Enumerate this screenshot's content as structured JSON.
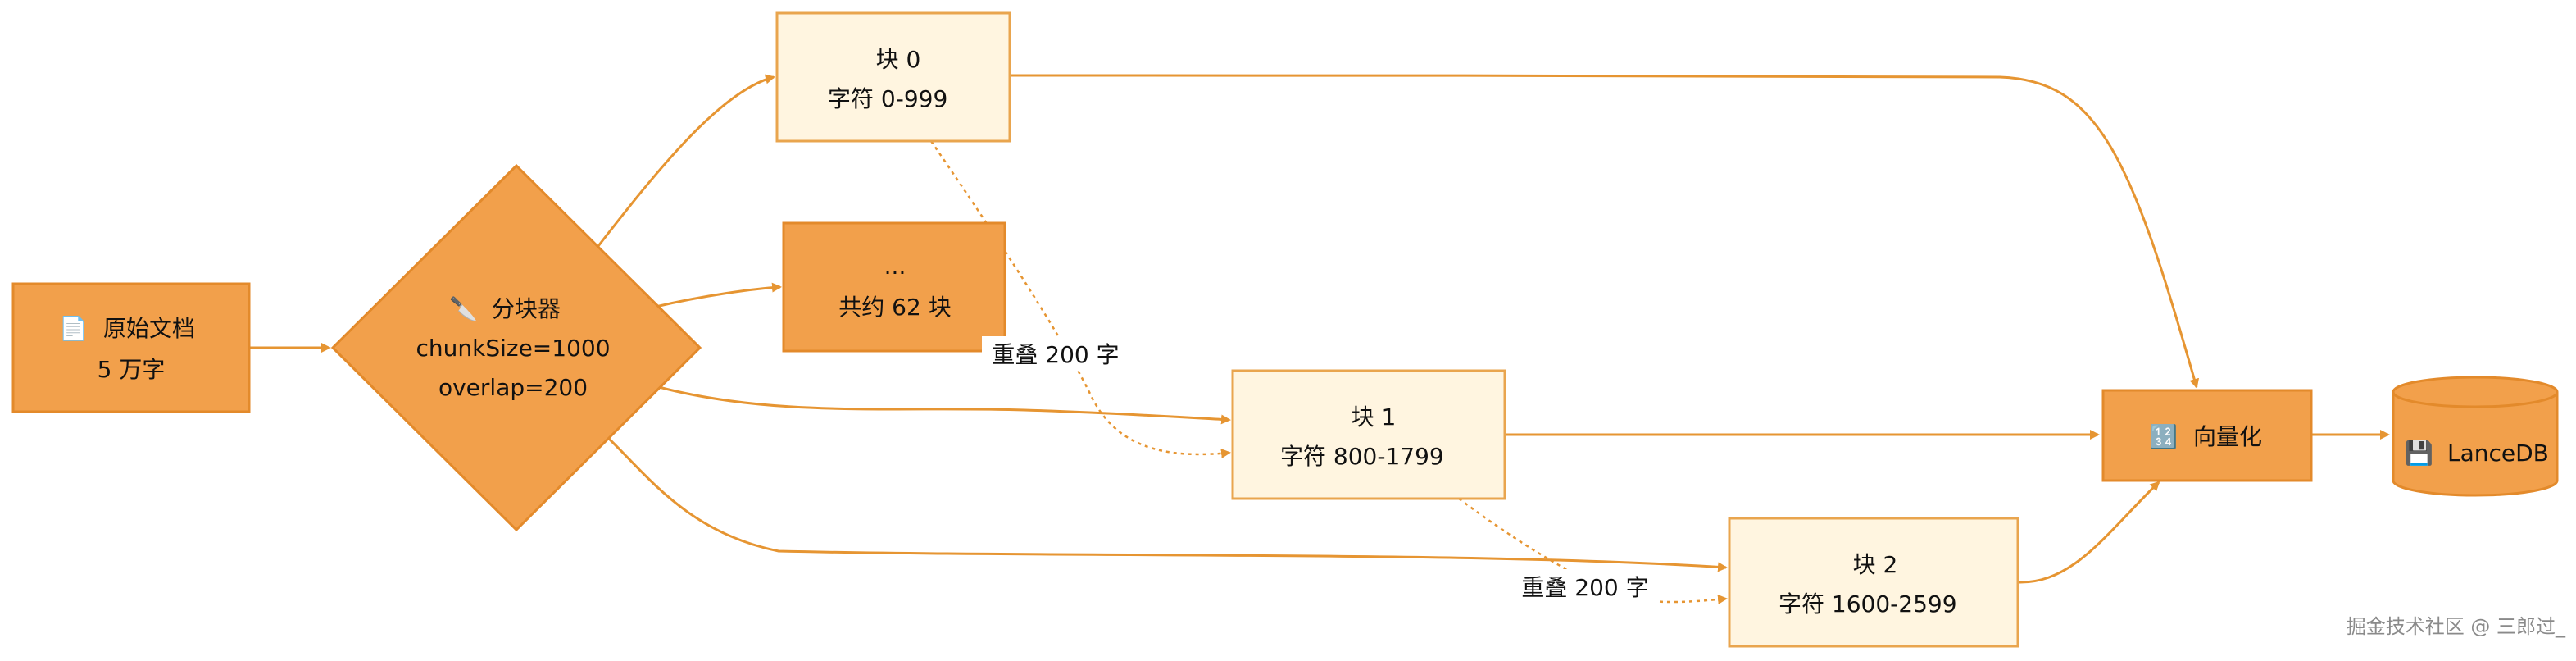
{
  "colors": {
    "orange_fill": "#F2A04B",
    "orange_stroke": "#E38A2B",
    "chunk_fill": "#FFF5E0",
    "chunk_stroke": "#E9A54E",
    "edge": "#E69532",
    "watermark": "#8A8A8A"
  },
  "nodes": {
    "source": {
      "icon": "document-icon",
      "icon_glyph": "📄",
      "title": "原始文档",
      "subtitle": "5 万字"
    },
    "chunker": {
      "icon": "knife-icon",
      "icon_glyph": "🔪",
      "title": "分块器",
      "line2": "chunkSize=1000",
      "line3": "overlap=200"
    },
    "chunk0": {
      "title": "块 0",
      "range": "字符 0-999"
    },
    "chunk_more": {
      "title": "...",
      "total": "共约 62 块"
    },
    "chunk1": {
      "title": "块 1",
      "range": "字符 800-1799"
    },
    "chunk2": {
      "title": "块 2",
      "range": "字符 1600-2599"
    },
    "vectorize": {
      "icon": "numbers-icon",
      "icon_glyph": "🔢",
      "title": "向量化"
    },
    "lancedb": {
      "icon": "floppy-disk-icon",
      "icon_glyph": "💾",
      "title": "LanceDB"
    }
  },
  "edge_labels": {
    "overlap_0_1": "重叠 200 字",
    "overlap_1_2": "重叠 200 字"
  },
  "watermark": "掘金技术社区 @ 三郎过_"
}
